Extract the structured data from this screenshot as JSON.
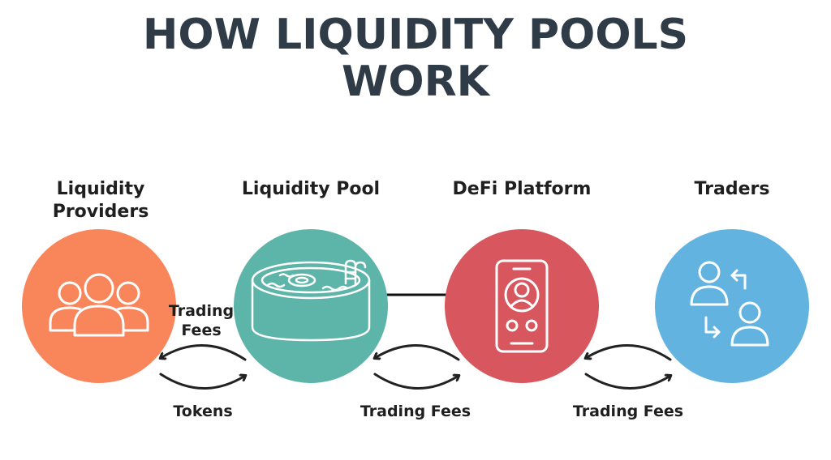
{
  "title": {
    "line1": "HOW LIQUIDITY POOLS",
    "line2": "WORK"
  },
  "nodes": [
    {
      "id": "liquidity-providers",
      "label_line1": "Liquidity",
      "label_line2": "Providers",
      "color": "#f9855b",
      "icon": "people-group-icon"
    },
    {
      "id": "liquidity-pool",
      "label_line1": "Liquidity Pool",
      "color": "#5db4a8",
      "icon": "pool-icon"
    },
    {
      "id": "defi-platform",
      "label_line1": "DeFi Platform",
      "color": "#d8575e",
      "icon": "mobile-user-icon"
    },
    {
      "id": "traders",
      "label_line1": "Traders",
      "color": "#63b3e1",
      "icon": "user-exchange-icon"
    }
  ],
  "flows": {
    "providers_pool_top": "Trading",
    "providers_pool_top2": "Fees",
    "providers_pool_bottom": "Tokens",
    "pool_platform_bottom": "Trading Fees",
    "platform_traders_bottom": "Trading Fees"
  }
}
